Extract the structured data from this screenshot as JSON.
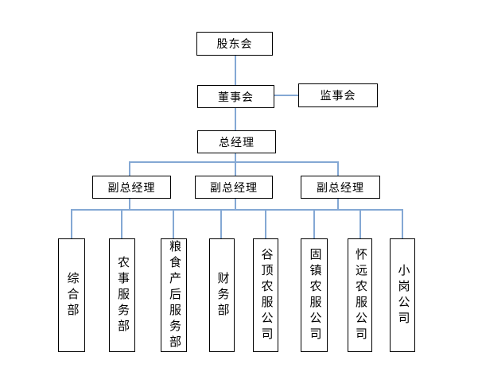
{
  "org_chart": {
    "line_color": "#84a8d4",
    "border_color": "#000000",
    "nodes": {
      "shareholders": "股东会",
      "board": "董事会",
      "supervisory": "监事会",
      "general_manager": "总经理"
    },
    "deputies": [
      "副总经理",
      "副总经理",
      "副总经理"
    ],
    "departments": [
      "综合部",
      "农事服务部",
      "粮食产后服务部",
      "财务部",
      "谷顶农服公司",
      "固镇农服公司",
      "怀远农服公司",
      "小岗公司"
    ]
  }
}
